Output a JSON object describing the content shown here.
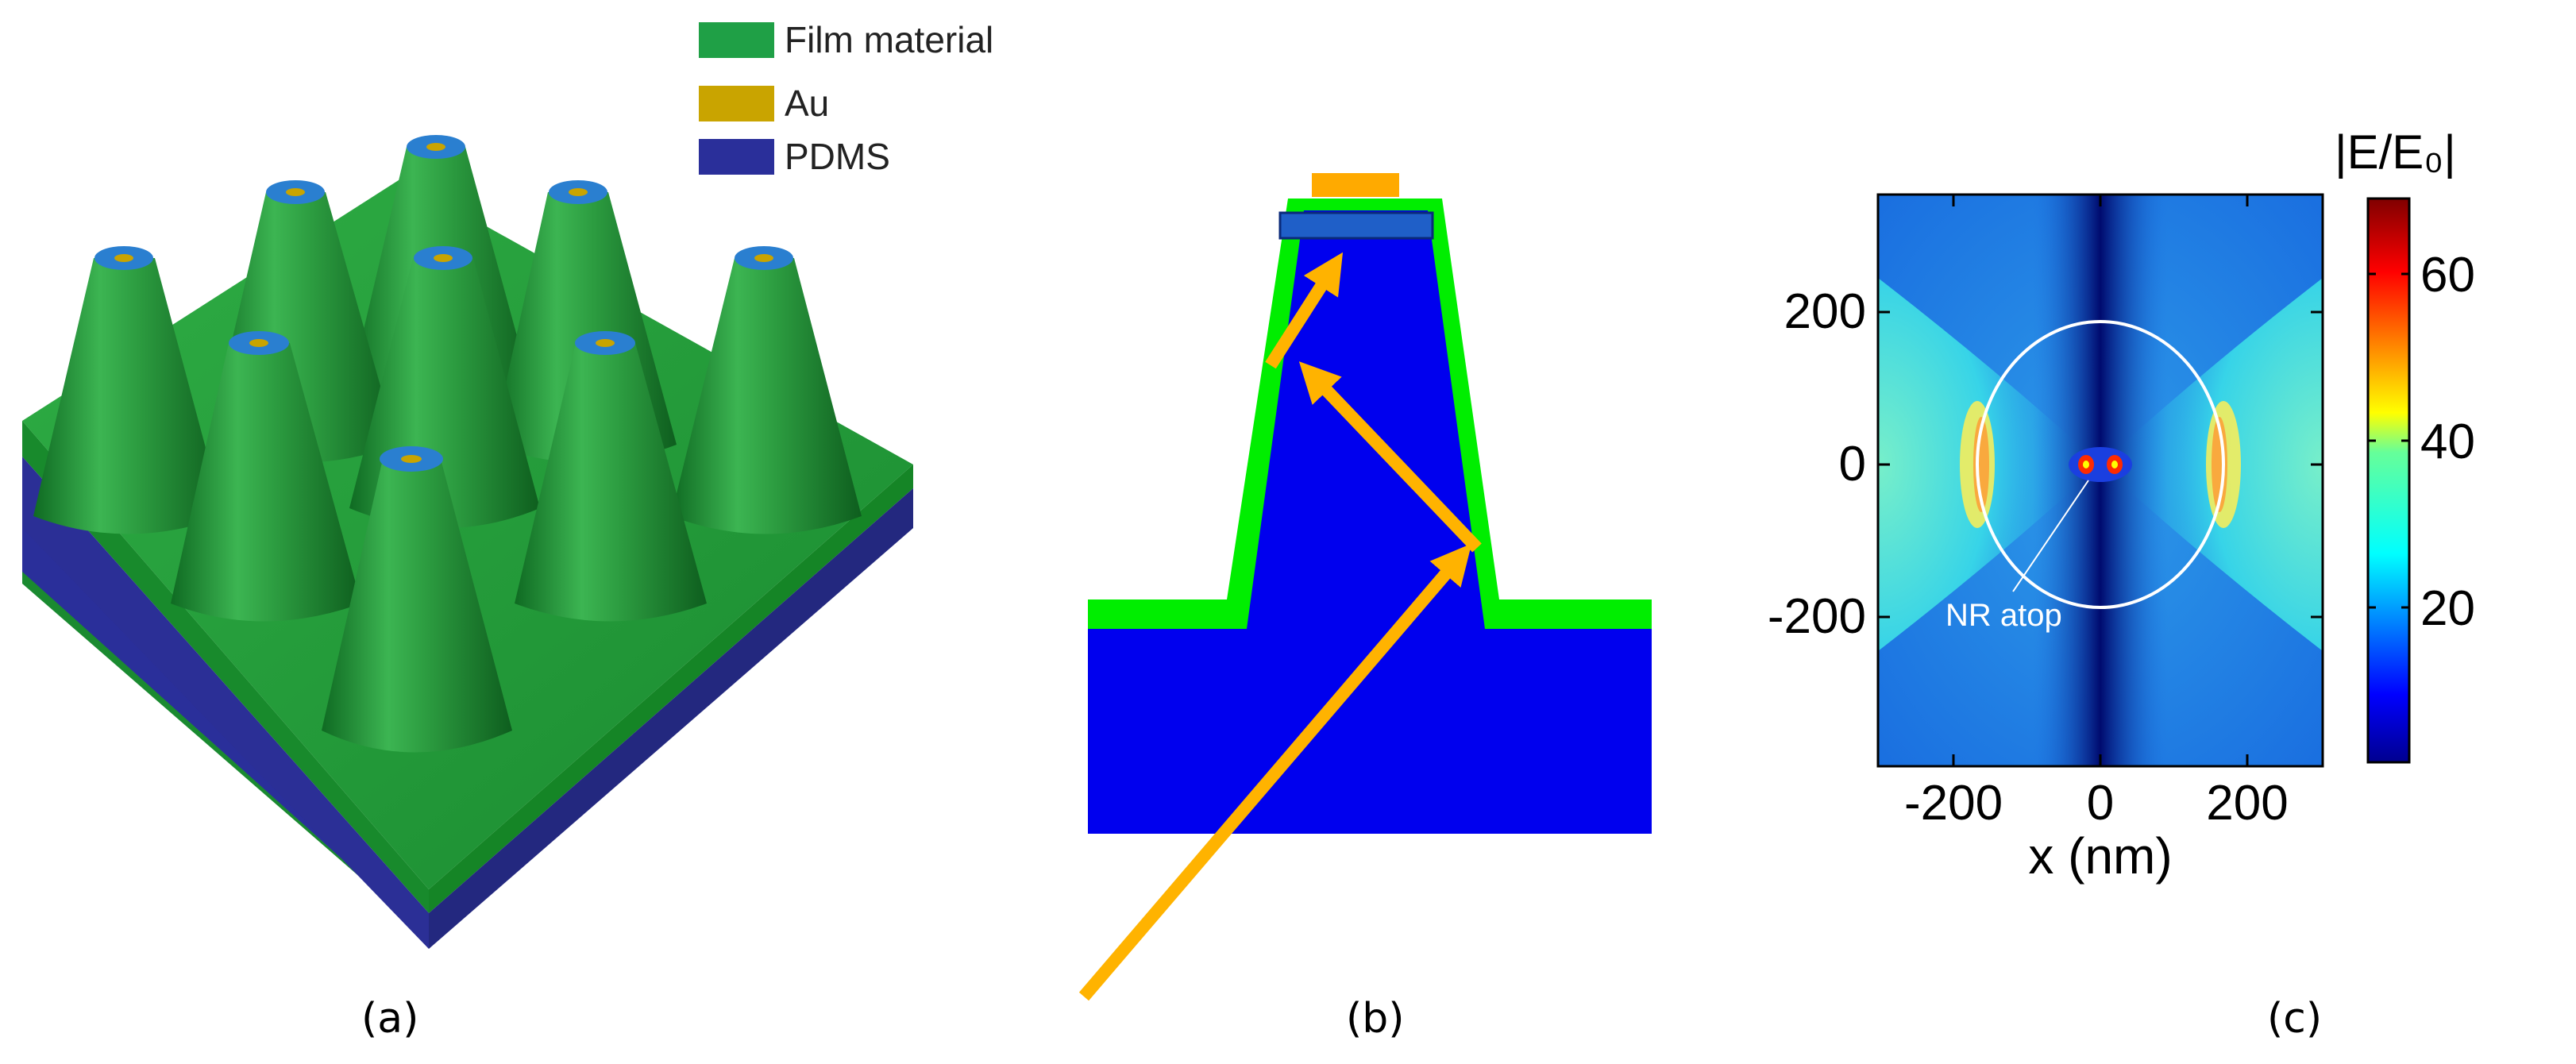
{
  "panel_a": {
    "label": "(a)",
    "legend": [
      {
        "text": "Film material",
        "color": "#1fa046"
      },
      {
        "text": "Au",
        "color": "#c9a400"
      },
      {
        "text": "PDMS",
        "color": "#2a2f9a"
      }
    ]
  },
  "panel_b": {
    "label": "(b)",
    "colors": {
      "substrate": "#0000ee",
      "film": "#00ee00",
      "au": "#ffaa00",
      "arrow": "#ffb300",
      "particle": "#1f5fc8"
    }
  },
  "panel_c": {
    "label": "(c)",
    "colorbar_title": "|E/E₀|",
    "colorbar_ticks": [
      "60",
      "40",
      "20"
    ],
    "x_ticks": [
      "-200",
      "0",
      "200"
    ],
    "y_ticks": [
      "200",
      "0",
      "-200"
    ],
    "xlabel": "x (nm)",
    "annotation": "NR atop"
  }
}
